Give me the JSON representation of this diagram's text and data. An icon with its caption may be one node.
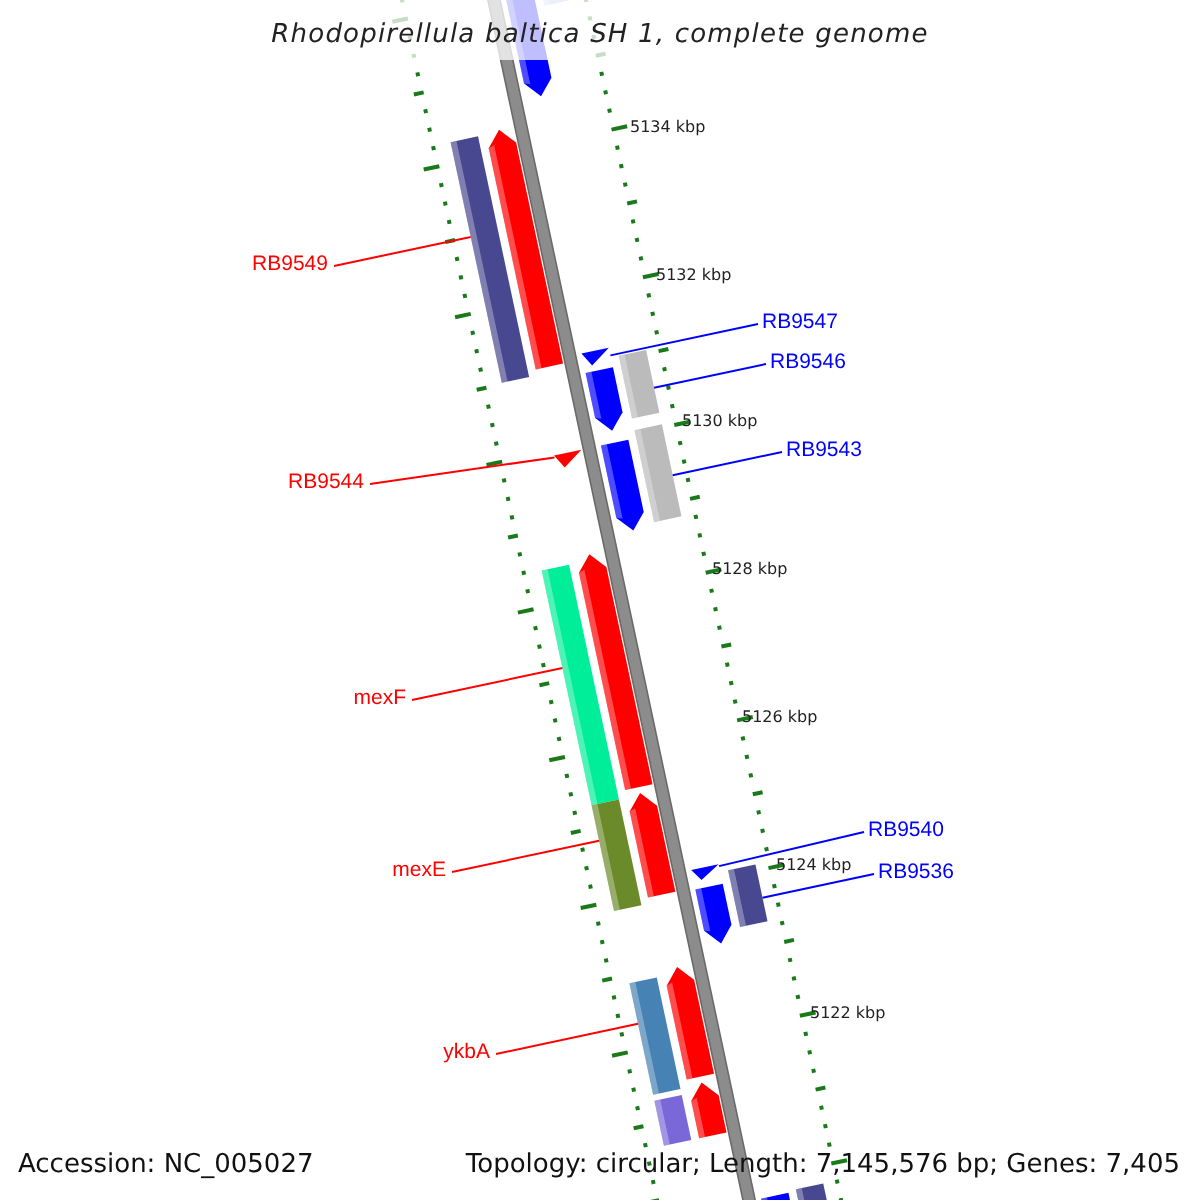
{
  "diagram": {
    "title": "Rhodopirellula baltica SH 1, complete genome",
    "nodes": [
      {
        "text": [
          "RB9549"
        ]
      },
      {
        "text": [
          "RB9547"
        ]
      },
      {
        "text": [
          "RB9546"
        ]
      },
      {
        "text": [
          "RB9543"
        ]
      },
      {
        "text": [
          "RB9544"
        ]
      },
      {
        "text": [
          "mexF"
        ]
      },
      {
        "text": [
          "RB9540"
        ]
      },
      {
        "text": [
          "mexE"
        ]
      },
      {
        "text": [
          "RB9536"
        ]
      },
      {
        "text": [
          "ykbA"
        ]
      },
      {
        "text": [],
        "shape": "arrow"
      },
      {
        "text": [],
        "shape": "bar"
      },
      {
        "text": [],
        "shape": "bar"
      },
      {
        "text": [],
        "shape": "arrow"
      },
      {
        "text": [],
        "shape": "triangle"
      },
      {
        "text": [],
        "shape": "bar"
      },
      {
        "text": [],
        "shape": "arrow"
      },
      {
        "text": [],
        "shape": "bar"
      },
      {
        "text": [],
        "shape": "triangle"
      },
      {
        "text": [],
        "shape": "arrow"
      },
      {
        "text": [],
        "shape": "arrow"
      },
      {
        "text": [],
        "shape": "bar"
      },
      {
        "text": [],
        "shape": "arrow"
      },
      {
        "text": [],
        "shape": "bar"
      },
      {
        "text": [],
        "shape": "triangle"
      },
      {
        "text": [],
        "shape": "bar"
      },
      {
        "text": [],
        "shape": "arrow"
      },
      {
        "text": [],
        "shape": "arrow"
      },
      {
        "text": [],
        "shape": "bar"
      },
      {
        "text": [],
        "shape": "arrow"
      },
      {
        "text": [],
        "shape": "bar"
      },
      {
        "text": [],
        "shape": "bar"
      },
      {
        "text": [],
        "shape": "bar"
      }
    ],
    "edges": [
      {
        "from": 0,
        "to": 12,
        "arrow": "none",
        "color": "#ff0000"
      },
      {
        "from": 1,
        "to": 14,
        "arrow": "none",
        "color": "#0000ff"
      },
      {
        "from": 2,
        "to": 15,
        "arrow": "none",
        "color": "#0000ff"
      },
      {
        "from": 3,
        "to": 17,
        "arrow": "none",
        "color": "#0000ff"
      },
      {
        "from": 4,
        "to": 18,
        "arrow": "none",
        "color": "#ff0000"
      },
      {
        "from": 5,
        "to": 21,
        "arrow": "none",
        "color": "#ff0000"
      },
      {
        "from": 6,
        "to": 24,
        "arrow": "none",
        "color": "#0000ff"
      },
      {
        "from": 7,
        "to": 23,
        "arrow": "none",
        "color": "#ff0000"
      },
      {
        "from": 8,
        "to": 25,
        "arrow": "none",
        "color": "#0000ff"
      },
      {
        "from": 9,
        "to": 28,
        "arrow": "none",
        "color": "#ff0000"
      }
    ],
    "labels": [
      "5134 kbp",
      "5132 kbp",
      "5130 kbp",
      "5128 kbp",
      "5126 kbp",
      "5124 kbp",
      "5122 kbp",
      "Accession: NC_005027",
      "Topology: circular; Length: 7,145,576 bp; Genes: 7,405"
    ]
  }
}
